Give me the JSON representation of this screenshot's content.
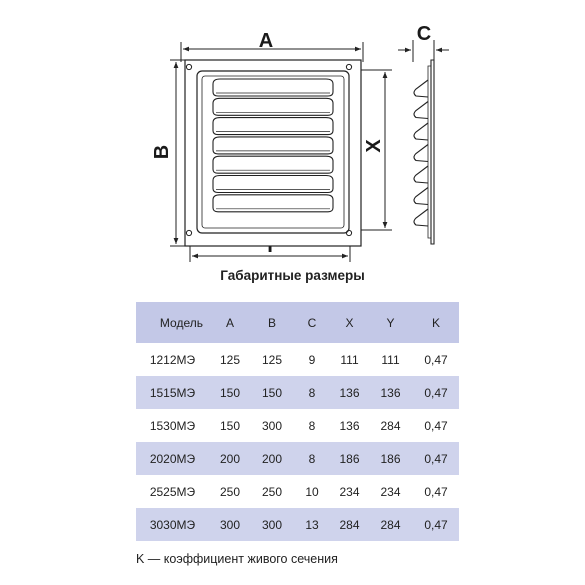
{
  "drawing": {
    "labels": {
      "a": "A",
      "b": "B",
      "c": "C",
      "x": "X",
      "y": "Y"
    },
    "louver_count": 7
  },
  "title": "Габаритные размеры",
  "table": {
    "columns": [
      "Модель",
      "A",
      "B",
      "C",
      "X",
      "Y",
      "K"
    ],
    "rows": [
      [
        "1212МЭ",
        "125",
        "125",
        "9",
        "111",
        "111",
        "0,47"
      ],
      [
        "1515МЭ",
        "150",
        "150",
        "8",
        "136",
        "136",
        "0,47"
      ],
      [
        "1530МЭ",
        "150",
        "300",
        "8",
        "136",
        "284",
        "0,47"
      ],
      [
        "2020МЭ",
        "200",
        "200",
        "8",
        "186",
        "186",
        "0,47"
      ],
      [
        "2525МЭ",
        "250",
        "250",
        "10",
        "234",
        "234",
        "0,47"
      ],
      [
        "3030МЭ",
        "300",
        "300",
        "13",
        "284",
        "284",
        "0,47"
      ]
    ]
  },
  "footnote": "K — коэффициент живого сечения",
  "colors": {
    "header_bg": "#c3c8e7",
    "shaded_row_bg": "#cfd3ec"
  }
}
